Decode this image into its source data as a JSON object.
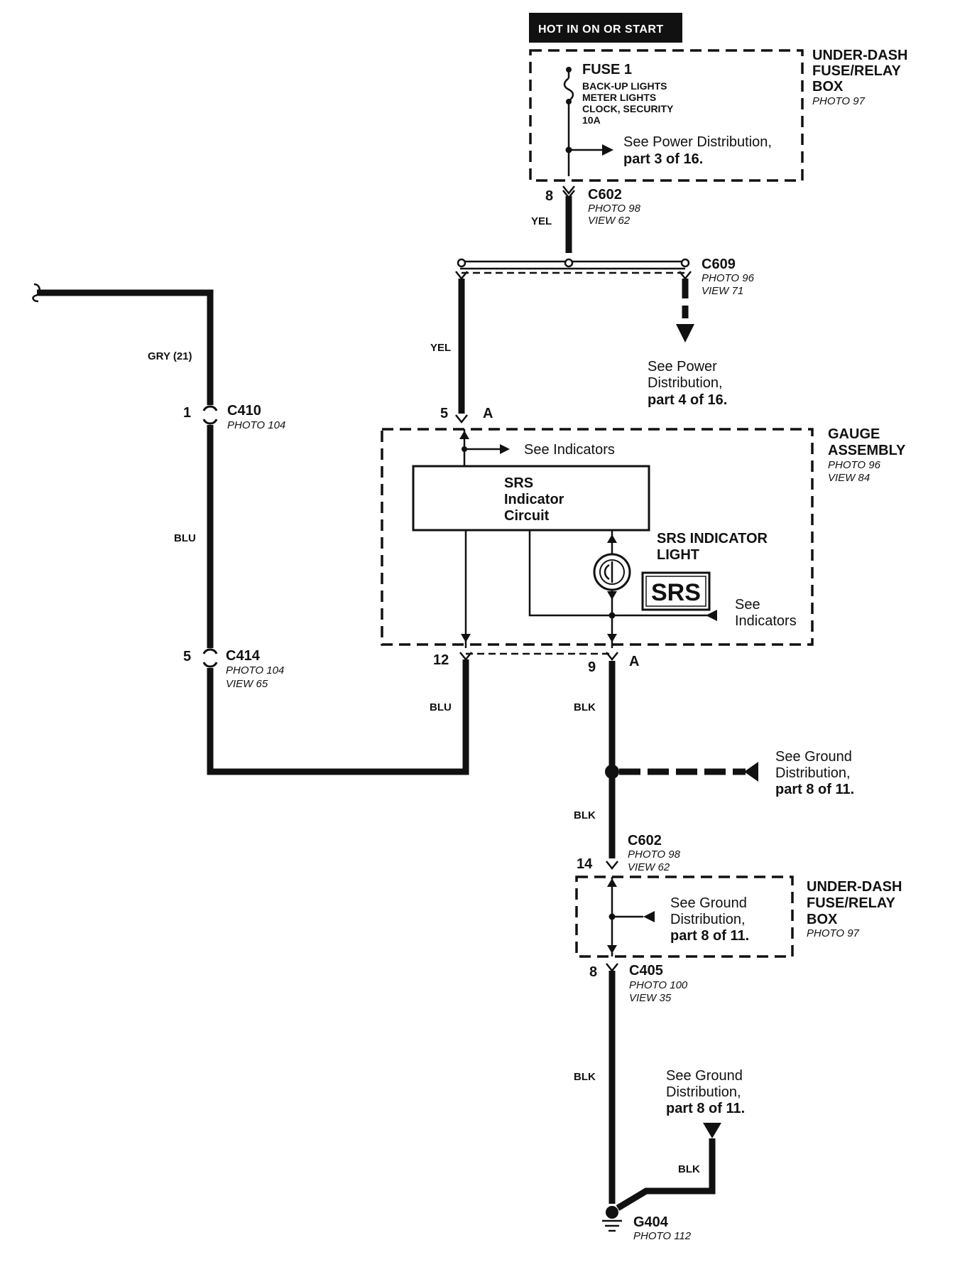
{
  "header": {
    "supply_label": "HOT IN ON OR START"
  },
  "fuse_box_top": {
    "title_line1": "UNDER-DASH",
    "title_line2": "FUSE/RELAY",
    "title_line3": "BOX",
    "photo": "PHOTO 97",
    "fuse_name": "FUSE 1",
    "fuse_desc_1": "BACK-UP LIGHTS",
    "fuse_desc_2": "METER LIGHTS",
    "fuse_desc_3": "CLOCK, SECURITY",
    "fuse_rating": "10A",
    "ref_line1": "See Power Distribution,",
    "ref_line2": "part 3 of 16."
  },
  "c602_top": {
    "pin": "8",
    "name": "C602",
    "photo": "PHOTO 98",
    "view": "VIEW 62",
    "wire": "YEL"
  },
  "c609": {
    "name": "C609",
    "photo": "PHOTO 96",
    "view": "VIEW 71",
    "wire": "YEL",
    "ref_line1": "See Power",
    "ref_line2": "Distribution,",
    "ref_line3": "part 4 of 16."
  },
  "left_circuit": {
    "wire_top": "GRY (21)",
    "c410_pin": "1",
    "c410_name": "C410",
    "c410_photo": "PHOTO 104",
    "wire_mid": "BLU",
    "c414_pin": "5",
    "c414_name": "C414",
    "c414_photo": "PHOTO 104",
    "c414_view": "VIEW 65",
    "wire_bottom": "BLU"
  },
  "gauge": {
    "title_line1": "GAUGE",
    "title_line2": "ASSEMBLY",
    "photo": "PHOTO 96",
    "view": "VIEW 84",
    "pin_in": "5",
    "pin_in_conn": "A",
    "ref_indicators": "See Indicators",
    "circuit_line1": "SRS",
    "circuit_line2": "Indicator",
    "circuit_line3": "Circuit",
    "light_line1": "SRS INDICATOR",
    "light_line2": "LIGHT",
    "srs_symbol": "SRS",
    "ref2_line1": "See",
    "ref2_line2": "Indicators",
    "pin_out_left": "12",
    "pin_out_right": "9",
    "pin_out_conn": "A"
  },
  "ground_run": {
    "wire_1": "BLK",
    "ref_line1": "See Ground",
    "ref_line2": "Distribution,",
    "ref_line3": "part 8 of 11.",
    "wire_2": "BLK"
  },
  "c602_bottom": {
    "pin": "14",
    "name": "C602",
    "photo": "PHOTO 98",
    "view": "VIEW 62"
  },
  "fuse_box_bottom": {
    "title_line1": "UNDER-DASH",
    "title_line2": "FUSE/RELAY",
    "title_line3": "BOX",
    "photo": "PHOTO 97",
    "ref_line1": "See Ground",
    "ref_line2": "Distribution,",
    "ref_line3": "part 8 of 11."
  },
  "c405": {
    "pin": "8",
    "name": "C405",
    "photo": "PHOTO 100",
    "view": "VIEW 35",
    "wire": "BLK"
  },
  "ground_ref_bottom": {
    "ref_line1": "See Ground",
    "ref_line2": "Distribution,",
    "ref_line3": "part 8 of 11.",
    "wire": "BLK"
  },
  "g404": {
    "name": "G404",
    "photo": "PHOTO 112"
  }
}
